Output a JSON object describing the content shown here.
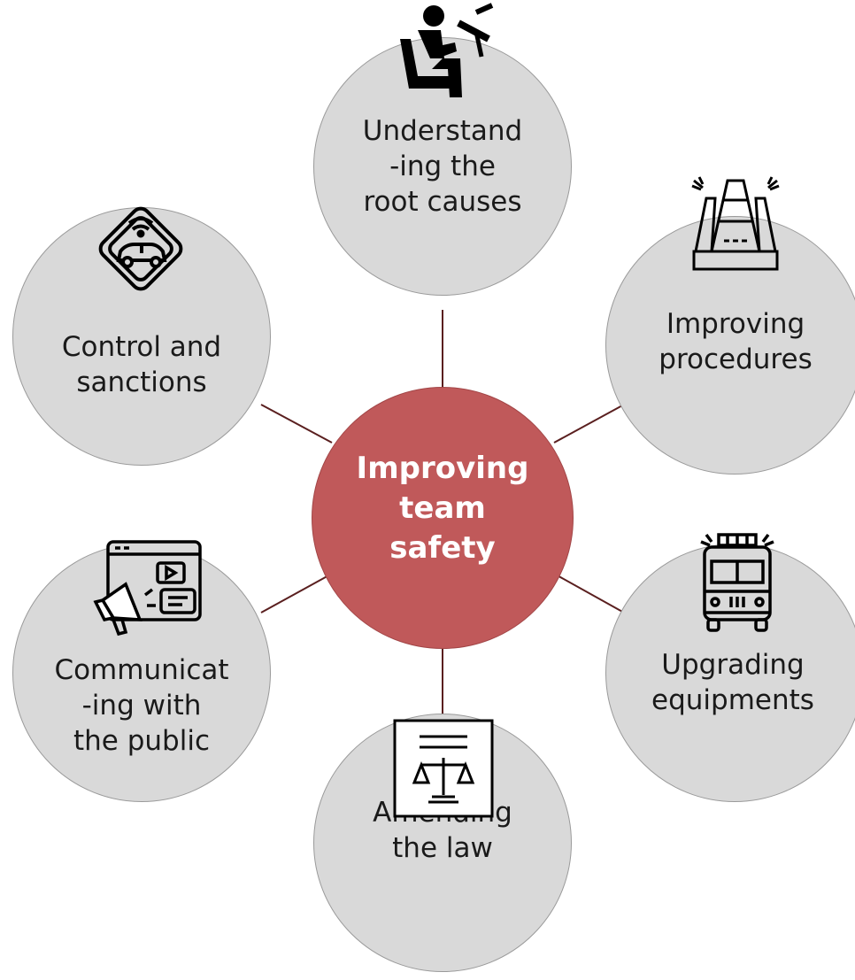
{
  "diagram": {
    "hub": {
      "label": "Improving\nteam\nsafety",
      "fill": "#c0595a"
    },
    "satellite_fill": "#d9d9d9",
    "connector_color": "#5a1f1f",
    "nodes": [
      {
        "id": "root-causes",
        "label": "Understand\n-ing the\nroot causes",
        "icon": "person-reading-icon"
      },
      {
        "id": "procedures",
        "label": "Improving\nprocedures",
        "icon": "traffic-cones-icon"
      },
      {
        "id": "equipments",
        "label": "Upgrading\nequipments",
        "icon": "fire-truck-icon"
      },
      {
        "id": "law",
        "label": "Amending\nthe law",
        "icon": "law-scales-document-icon"
      },
      {
        "id": "public",
        "label": "Communicat\n-ing with\nthe public",
        "icon": "megaphone-media-icon"
      },
      {
        "id": "sanctions",
        "label": "Control and\nsanctions",
        "icon": "connected-car-sign-icon"
      }
    ]
  }
}
